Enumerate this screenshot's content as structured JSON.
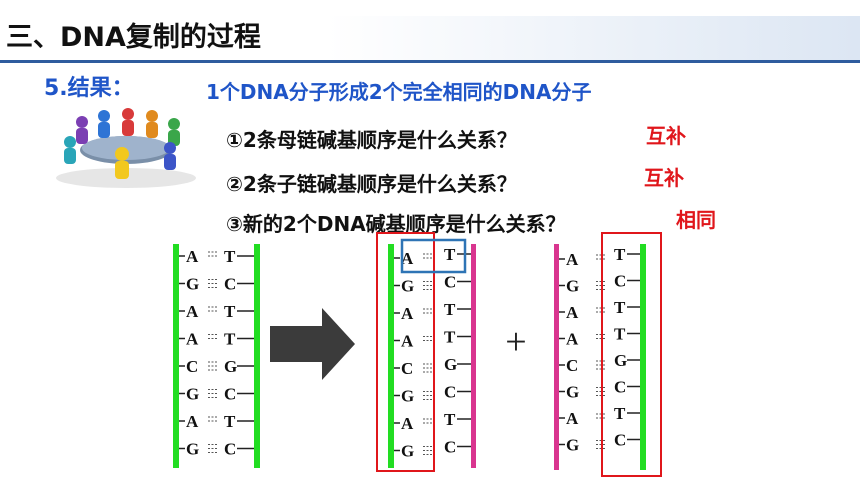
{
  "title": "三、DNA复制的过程",
  "result_label": "5.结果：",
  "result_text": "1个DNA分子形成2个完全相同的DNA分子",
  "questions": [
    {
      "q": "①2条母链碱基顺序是什么关系？",
      "a": "互补"
    },
    {
      "q": "②2条子链碱基顺序是什么关系？",
      "a": "互补"
    },
    {
      "q": "③新的2个DNA碱基顺序是什么关系？",
      "a": "相同"
    }
  ],
  "dna_parent": {
    "left": [
      "A",
      "G",
      "A",
      "A",
      "C",
      "G",
      "A",
      "G"
    ],
    "right": [
      "T",
      "C",
      "T",
      "T",
      "G",
      "C",
      "T",
      "C"
    ]
  },
  "dna_daughter1": {
    "left": [
      "A",
      "G",
      "A",
      "A",
      "C",
      "G",
      "A",
      "G"
    ],
    "right": [
      "T",
      "C",
      "T",
      "T",
      "G",
      "C",
      "T",
      "C"
    ]
  },
  "dna_daughter2": {
    "left": [
      "A",
      "G",
      "A",
      "A",
      "C",
      "G",
      "A",
      "G"
    ],
    "right": [
      "T",
      "C",
      "T",
      "T",
      "G",
      "C",
      "T",
      "C"
    ]
  },
  "plus_sign": "+",
  "colors": {
    "parent_strand": "#22dd22",
    "new_strand": "#d9358f",
    "highlight_red": "#e0161b",
    "highlight_blue": "#2e74b5"
  },
  "icons": {
    "arrow": "right-arrow-icon",
    "illustration": "team-meeting-illustration"
  }
}
